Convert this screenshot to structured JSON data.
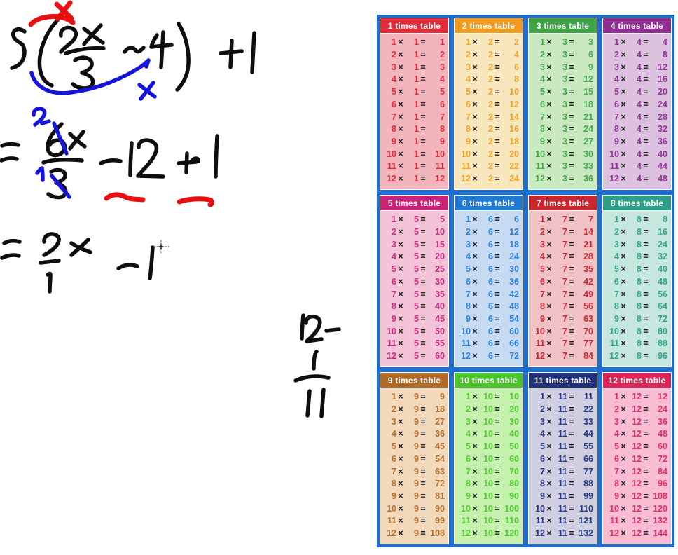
{
  "math_work": {
    "ink_colors": {
      "black": "#0e0e0e",
      "red": "#e81010",
      "blue": "#1414dd"
    },
    "line1": {
      "text": "3 ( 2x/3 − 4 ) + 1",
      "red_mark": "x",
      "blue_mark": "x"
    },
    "line2": {
      "text": "= 6x/3 − 12 + 1",
      "blue_numerator_correction": "2",
      "blue_denominator_correction": "1"
    },
    "line3": {
      "text": "= 2/1 x − 1"
    },
    "side_note": {
      "line1": "12 −",
      "fraction_numerator": "1",
      "fraction_denominator": "11"
    }
  },
  "times_tables": {
    "background_color": "#1c6fd0",
    "operator_color": "#1c1c1c",
    "times_symbol": "×",
    "equals_symbol": "=",
    "multiplicands": [
      1,
      2,
      3,
      4,
      5,
      6,
      7,
      8,
      9,
      10,
      11,
      12
    ],
    "panels": [
      {
        "title": "1 times table",
        "multiplier": 1,
        "products": [
          1,
          2,
          3,
          4,
          5,
          6,
          7,
          8,
          9,
          10,
          11,
          12
        ],
        "header_color": "#e22b38",
        "body_color": "#f2b5bc",
        "text_color": "#e22b38"
      },
      {
        "title": "2 times table",
        "multiplier": 2,
        "products": [
          2,
          4,
          6,
          8,
          10,
          12,
          14,
          16,
          18,
          20,
          22,
          24
        ],
        "header_color": "#f29a20",
        "body_color": "#f8e7bd",
        "text_color": "#f0a42c"
      },
      {
        "title": "3 times table",
        "multiplier": 3,
        "products": [
          3,
          6,
          9,
          12,
          15,
          18,
          21,
          24,
          27,
          30,
          33,
          36
        ],
        "header_color": "#3ea344",
        "body_color": "#c9e9c1",
        "text_color": "#46ab4e"
      },
      {
        "title": "4 times table",
        "multiplier": 4,
        "products": [
          4,
          8,
          12,
          16,
          20,
          24,
          28,
          32,
          36,
          40,
          44,
          48
        ],
        "header_color": "#8f2e92",
        "body_color": "#ddc2e0",
        "text_color": "#94359b"
      },
      {
        "title": "5 times table",
        "multiplier": 5,
        "products": [
          5,
          10,
          15,
          20,
          25,
          30,
          35,
          40,
          45,
          50,
          55,
          60
        ],
        "header_color": "#cb2178",
        "body_color": "#f3c3d7",
        "text_color": "#cc2e80"
      },
      {
        "title": "6 times table",
        "multiplier": 6,
        "products": [
          6,
          12,
          18,
          24,
          30,
          36,
          42,
          48,
          54,
          60,
          66,
          72
        ],
        "header_color": "#2079d2",
        "body_color": "#c6dbf2",
        "text_color": "#2f82d9"
      },
      {
        "title": "7 times table",
        "multiplier": 7,
        "products": [
          7,
          14,
          21,
          28,
          35,
          42,
          49,
          56,
          63,
          70,
          77,
          84
        ],
        "header_color": "#c9252f",
        "body_color": "#f0c2c5",
        "text_color": "#ca2a37"
      },
      {
        "title": "8 times table",
        "multiplier": 8,
        "products": [
          8,
          16,
          24,
          32,
          40,
          48,
          56,
          64,
          72,
          80,
          88,
          96
        ],
        "header_color": "#2e9e8b",
        "body_color": "#c6e7de",
        "text_color": "#35a490"
      },
      {
        "title": "9 times table",
        "multiplier": 9,
        "products": [
          9,
          18,
          27,
          36,
          45,
          54,
          63,
          72,
          81,
          90,
          99,
          108
        ],
        "header_color": "#b06a26",
        "body_color": "#f3d9bb",
        "text_color": "#b5712e"
      },
      {
        "title": "10 times table",
        "multiplier": 10,
        "products": [
          10,
          20,
          30,
          40,
          50,
          60,
          70,
          80,
          90,
          100,
          110,
          120
        ],
        "header_color": "#49c627",
        "body_color": "#c5f1af",
        "text_color": "#54cd32"
      },
      {
        "title": "11 times table",
        "multiplier": 11,
        "products": [
          11,
          22,
          33,
          44,
          55,
          66,
          77,
          88,
          99,
          110,
          121,
          132
        ],
        "header_color": "#20307a",
        "body_color": "#cfcfe1",
        "text_color": "#2a3c87"
      },
      {
        "title": "12 times table",
        "multiplier": 12,
        "products": [
          12,
          24,
          36,
          48,
          60,
          72,
          84,
          96,
          108,
          120,
          132,
          144
        ],
        "header_color": "#e12458",
        "body_color": "#f8bdd3",
        "text_color": "#e32f6a"
      }
    ]
  }
}
